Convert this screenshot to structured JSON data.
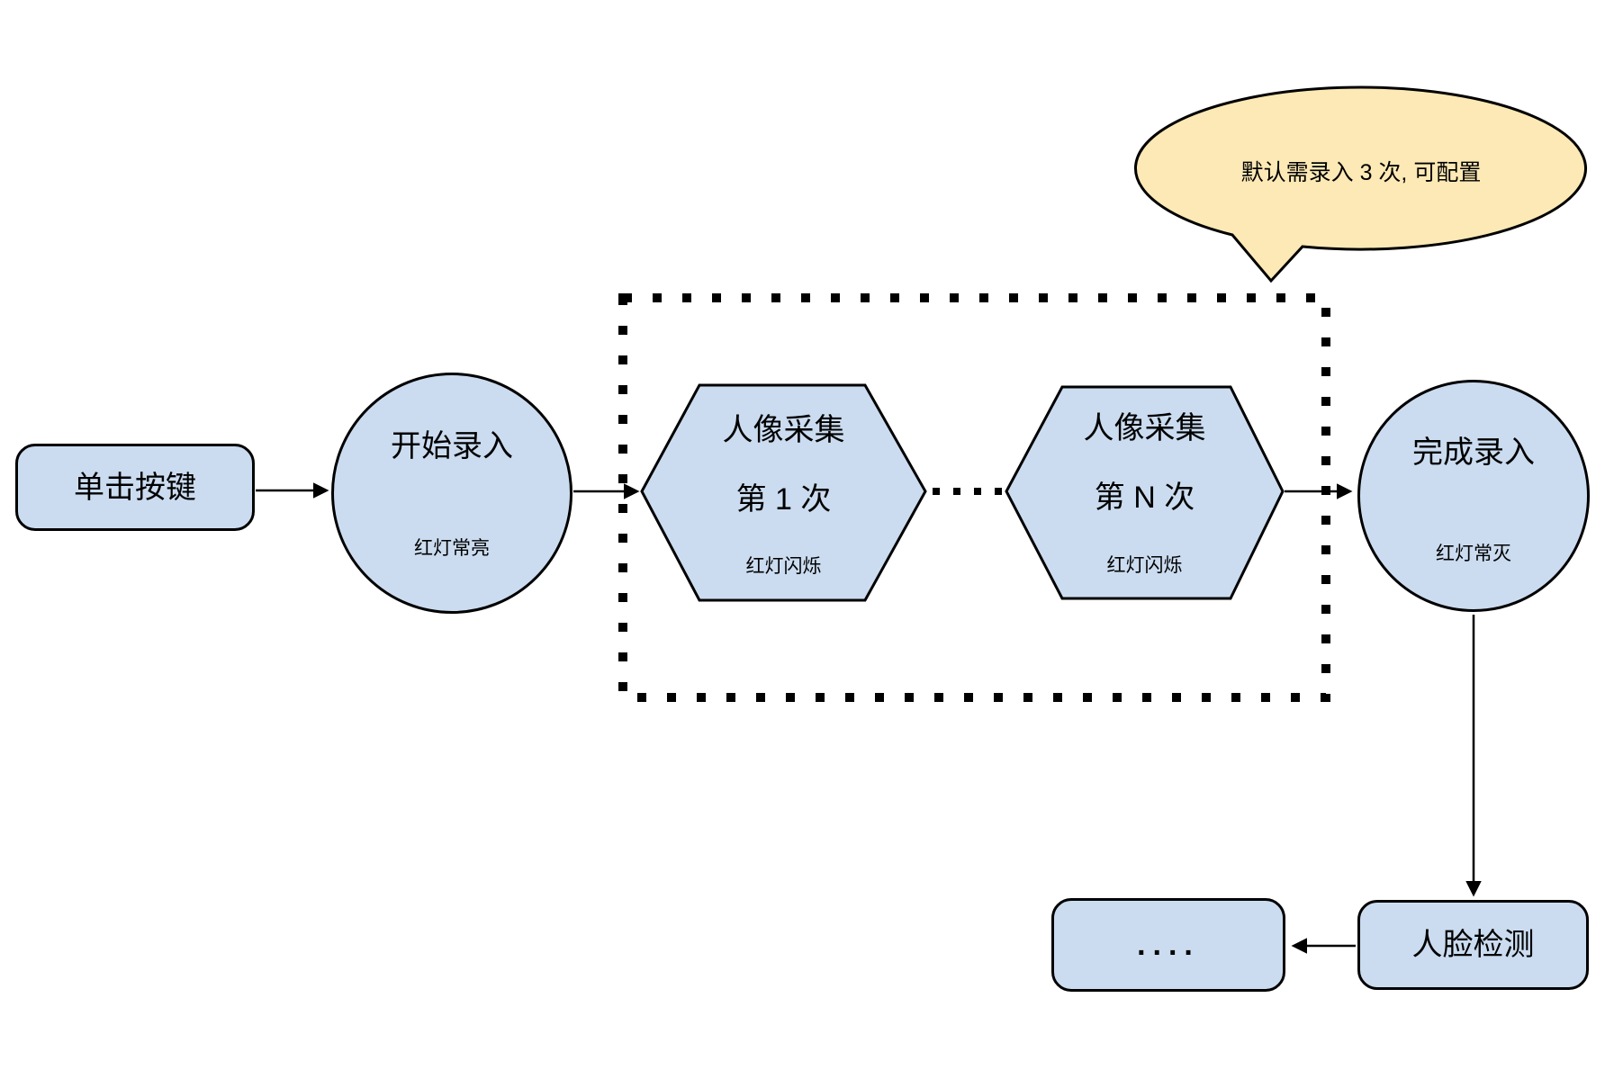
{
  "colors": {
    "background": "#ffffff",
    "node_fill": "#cbdcf0",
    "node_border": "#000000",
    "callout_fill": "#fce9b5"
  },
  "callout": {
    "text": "默认需录入 3 次, 可配置"
  },
  "nodes": {
    "click_button": {
      "label": "单击按键"
    },
    "start_recording": {
      "title": "开始录入",
      "status": "红灯常亮"
    },
    "capture_1": {
      "title": "人像采集",
      "count": "第 1 次",
      "status": "红灯闪烁"
    },
    "capture_n": {
      "title": "人像采集",
      "count": "第 N 次",
      "status": "红灯闪烁"
    },
    "finish_recording": {
      "title": "完成录入",
      "status": "红灯常灭"
    },
    "face_detection": {
      "label": "人脸检测"
    },
    "more": {
      "label": "...."
    }
  }
}
